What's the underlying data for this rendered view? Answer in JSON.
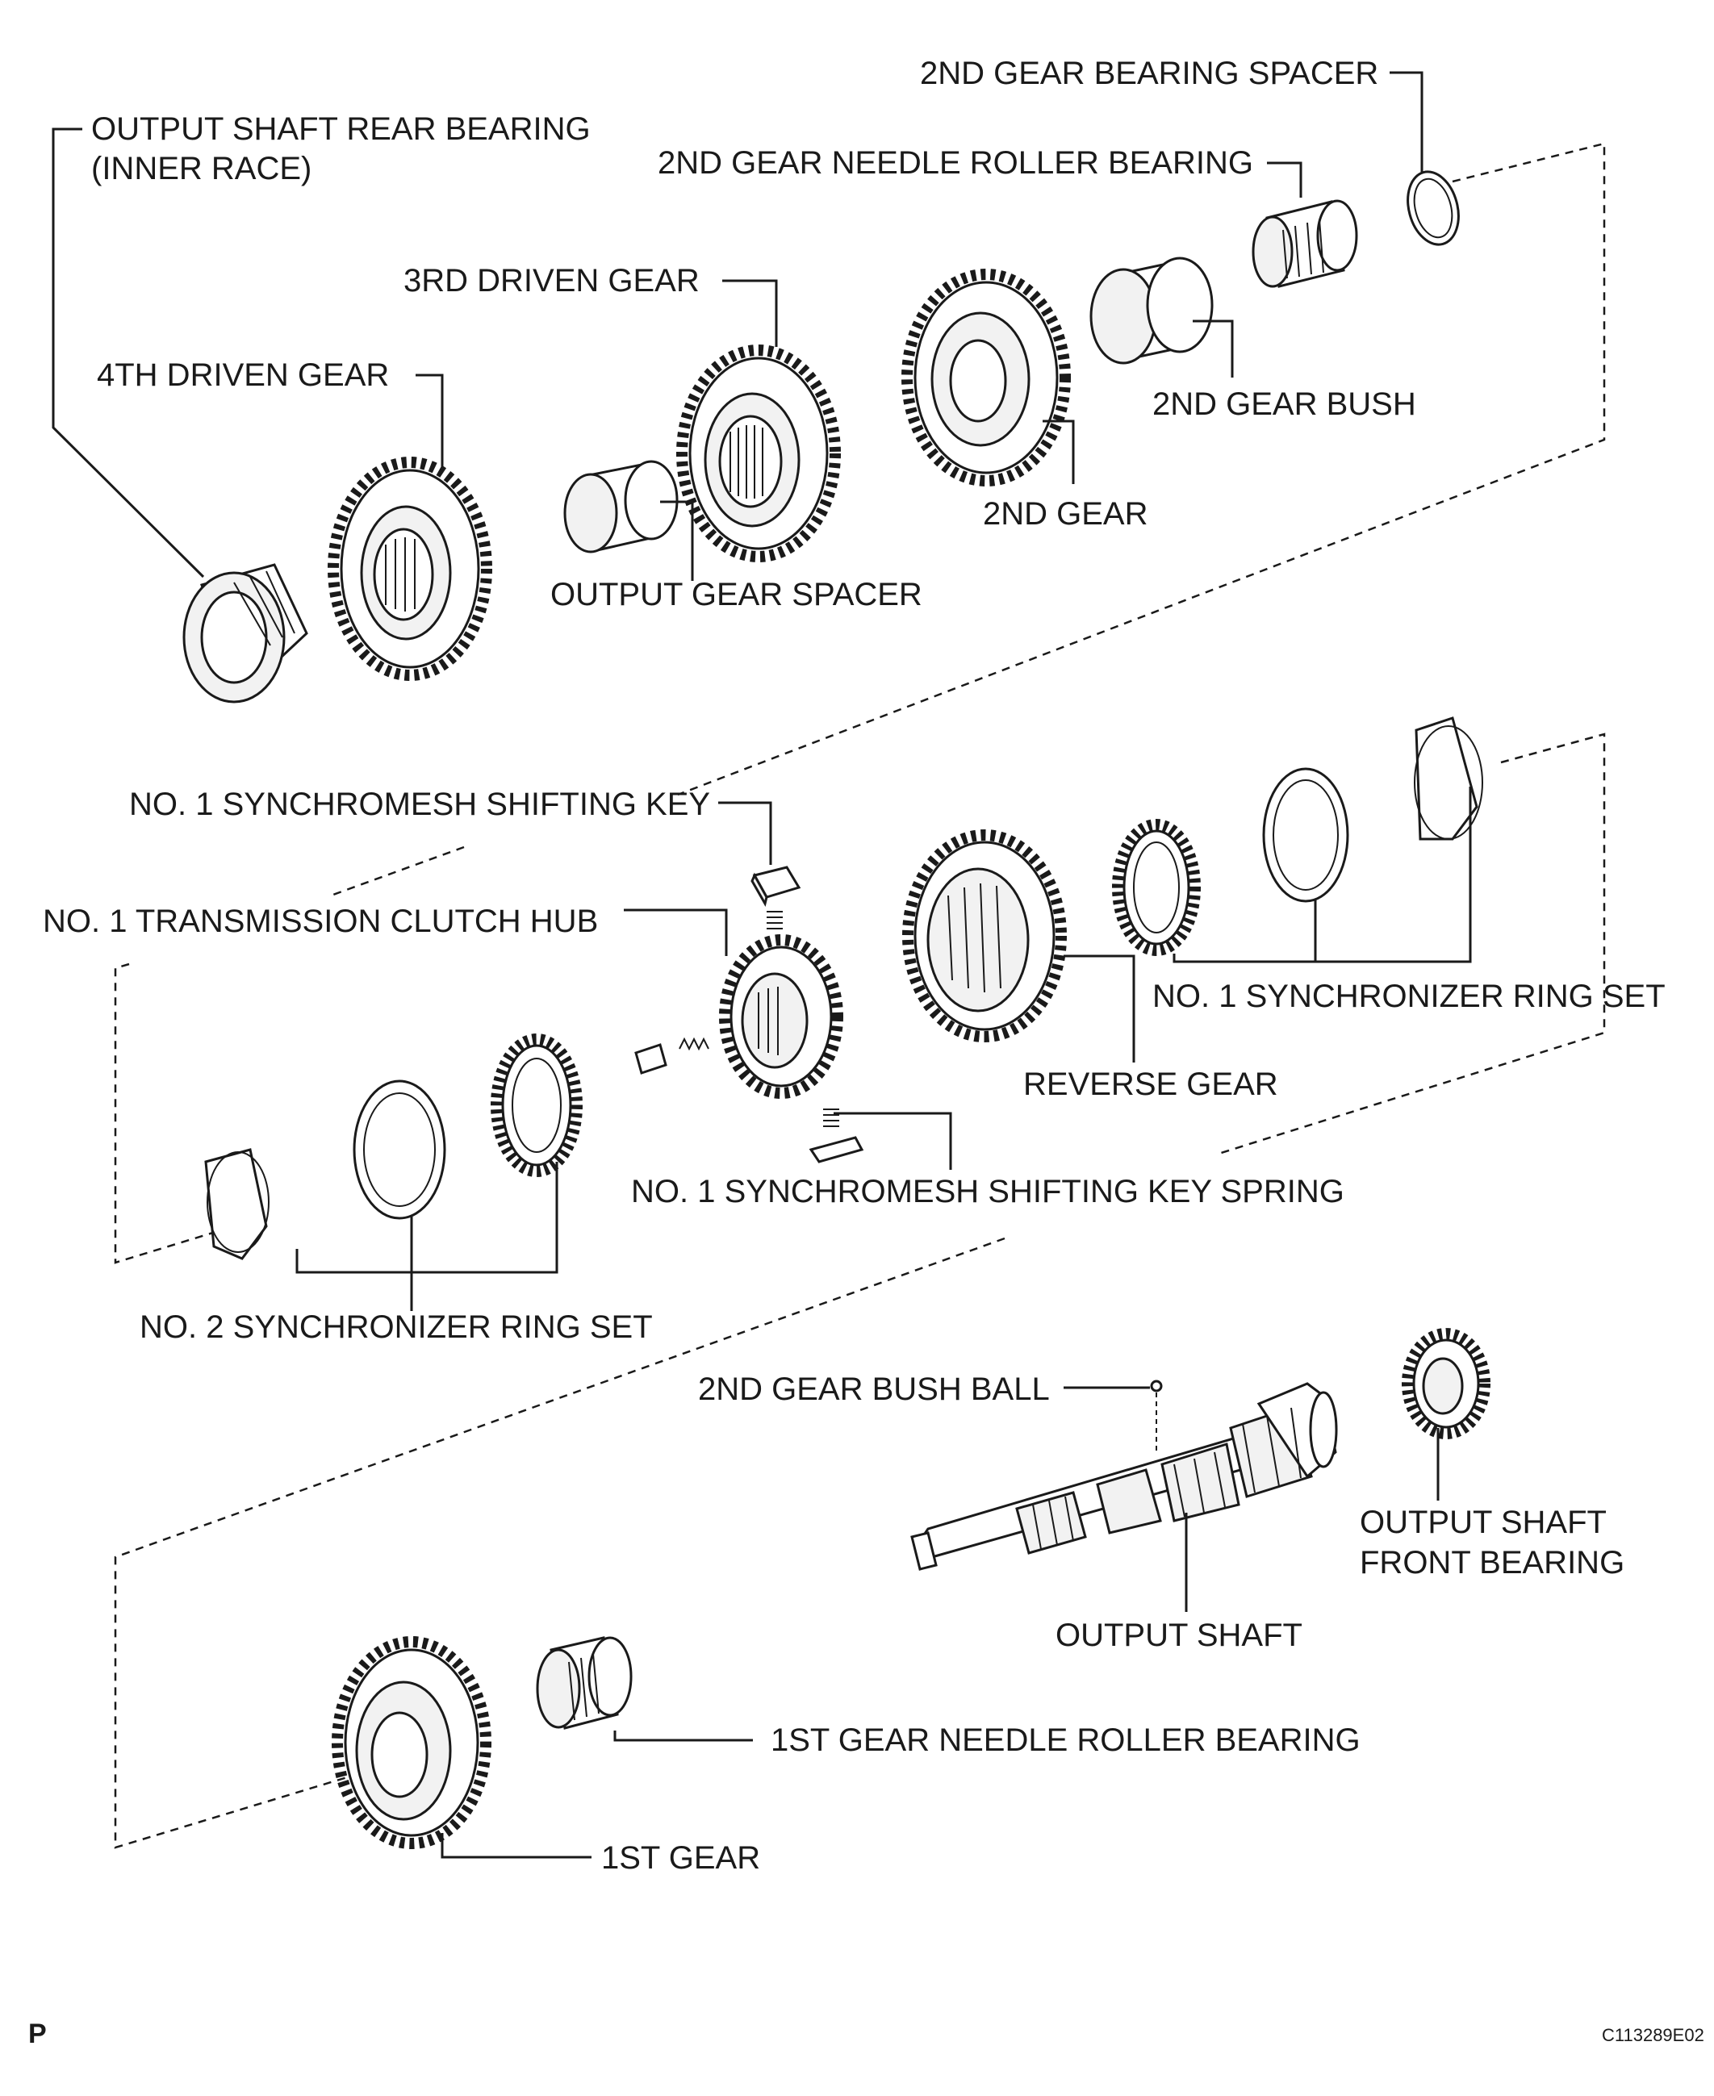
{
  "labels": {
    "second_gear_bearing_spacer": "2ND GEAR BEARING SPACER",
    "second_gear_needle_roller_bearing": "2ND GEAR NEEDLE ROLLER BEARING",
    "output_shaft_rear_bearing_line1": "OUTPUT SHAFT REAR BEARING",
    "output_shaft_rear_bearing_line2": "(INNER RACE)",
    "third_driven_gear": "3RD DRIVEN GEAR",
    "fourth_driven_gear": "4TH DRIVEN GEAR",
    "second_gear_bush": "2ND GEAR BUSH",
    "second_gear": "2ND GEAR",
    "output_gear_spacer": "OUTPUT GEAR SPACER",
    "no1_synchromesh_shifting_key": "NO. 1 SYNCHROMESH SHIFTING KEY",
    "no1_transmission_clutch_hub": "NO. 1 TRANSMISSION CLUTCH HUB",
    "no1_synchronizer_ring_set": "NO. 1 SYNCHRONIZER RING SET",
    "reverse_gear": "REVERSE GEAR",
    "no1_synchromesh_shifting_key_spring": "NO. 1 SYNCHROMESH SHIFTING KEY SPRING",
    "no2_synchronizer_ring_set": "NO. 2 SYNCHRONIZER RING SET",
    "second_gear_bush_ball": "2ND GEAR BUSH BALL",
    "output_shaft_front_bearing_line1": "OUTPUT SHAFT",
    "output_shaft_front_bearing_line2": "FRONT BEARING",
    "output_shaft": "OUTPUT SHAFT",
    "first_gear_needle_roller_bearing": "1ST GEAR NEEDLE ROLLER BEARING",
    "first_gear": "1ST GEAR"
  },
  "footer": {
    "page_mark": "P",
    "figure_code": "C113289E02"
  }
}
